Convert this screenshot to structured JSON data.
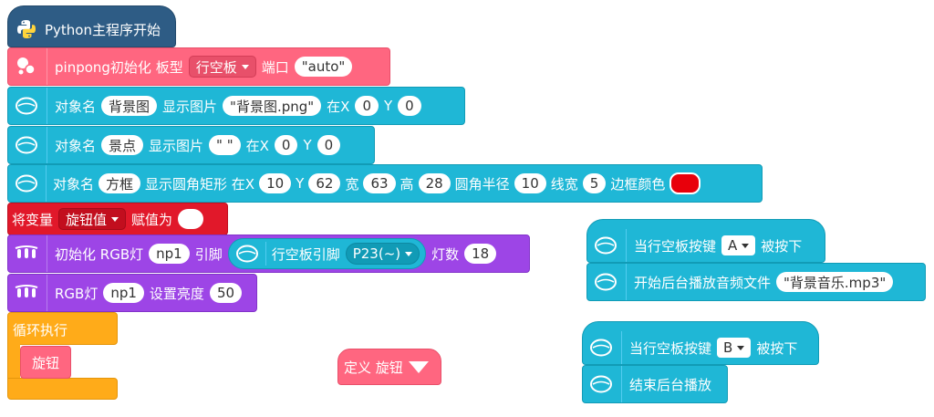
{
  "main_start": "Python主程序开始",
  "init": {
    "label": "pinpong初始化 板型",
    "board": "行空板",
    "port_label": "端口",
    "port": "\"auto\""
  },
  "img1": {
    "label": "对象名",
    "name": "背景图",
    "action": "显示图片",
    "file": "\"背景图.png\"",
    "x_label": "在X",
    "x": "0",
    "y_label": "Y",
    "y": "0"
  },
  "img2": {
    "label": "对象名",
    "name": "景点",
    "action": "显示图片",
    "file": "\" \"",
    "x_label": "在X",
    "x": "0",
    "y_label": "Y",
    "y": "0"
  },
  "rect": {
    "label": "对象名",
    "name": "方框",
    "action": "显示圆角矩形 在X",
    "x": "10",
    "y_label": "Y",
    "y": "62",
    "w_label": "宽",
    "w": "63",
    "h_label": "高",
    "h": "28",
    "r_label": "圆角半径",
    "r": "10",
    "lw_label": "线宽",
    "lw": "5",
    "color_label": "边框颜色",
    "color": "#e8000b"
  },
  "setvar": {
    "label": "将变量",
    "var": "旋钮值",
    "assign": "赋值为",
    "value": ""
  },
  "rgb_init": {
    "label": "初始化 RGB灯",
    "name": "np1",
    "pin_label": "引脚",
    "board_pin_label": "行空板引脚",
    "pin": "P23(~)",
    "count_label": "灯数",
    "count": "18"
  },
  "rgb_bright": {
    "label": "RGB灯",
    "name": "np1",
    "set_label": "设置亮度",
    "value": "50"
  },
  "loop": {
    "label": "循环执行",
    "inner": "旋钮"
  },
  "define": {
    "label": "定义 旋钮"
  },
  "eventA": {
    "label": "当行空板按键",
    "key": "A",
    "suffix": "被按下",
    "action_label": "开始后台播放音频文件",
    "file": "\"背景音乐.mp3\""
  },
  "eventB": {
    "label": "当行空板按键",
    "key": "B",
    "suffix": "被按下",
    "action_label": "结束后台播放"
  },
  "colors": {
    "teal": "#1fb7d6",
    "pink": "#ff6680",
    "red": "#e1182a",
    "purple": "#9d45e6",
    "orange": "#ffab19",
    "navy": "#2e5c85"
  }
}
